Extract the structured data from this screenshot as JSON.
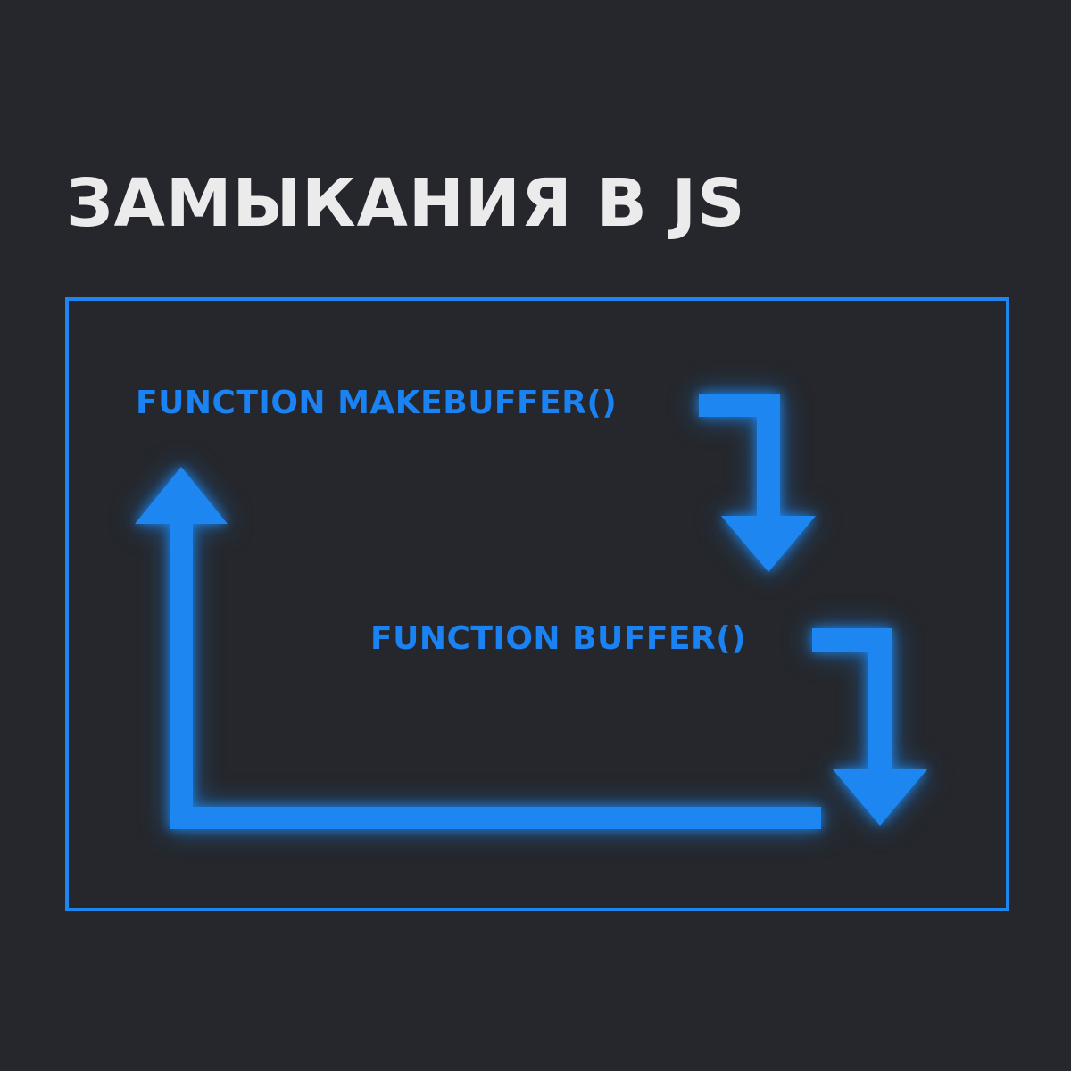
{
  "title": "ЗАМЫКАНИЯ В JS",
  "labels": {
    "outer_function": "FUNCTION MAKEBUFFER()",
    "inner_function": "FUNCTION BUFFER()"
  },
  "colors": {
    "background": "#25272c",
    "title": "#ebebeb",
    "accent": "#1d86f0"
  },
  "icons": {
    "arrow_outer_to_inner": "arrow-down-icon",
    "arrow_inner_down": "arrow-down-icon",
    "arrow_return_up": "arrow-up-icon"
  }
}
